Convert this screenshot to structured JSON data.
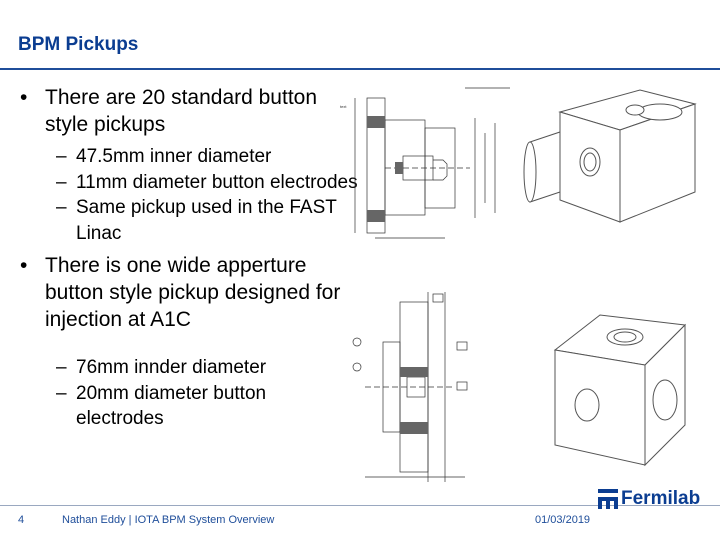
{
  "title": "BPM Pickups",
  "bullets": [
    {
      "text": "There are 20 standard button style pickups",
      "subs": [
        "47.5mm inner diameter",
        "11mm diameter button electrodes",
        "Same pickup used in the FAST Linac"
      ]
    },
    {
      "text": "There is one wide apperture button style pickup designed for injection at A1C",
      "subs": [
        "76mm innder diameter",
        "20mm diameter button electrodes"
      ]
    }
  ],
  "footer": {
    "page_number": "4",
    "text": "Nathan Eddy | IOTA BPM System Overview",
    "date": "01/03/2019",
    "logo": "Fermilab"
  },
  "colors": {
    "title": "#0b3d91",
    "rule": "#1f4e9a",
    "footer": "#1f4e9a"
  },
  "icons": {
    "bullet": "•",
    "dash": "–",
    "logo_icon": "fermilab-logo-icon"
  }
}
